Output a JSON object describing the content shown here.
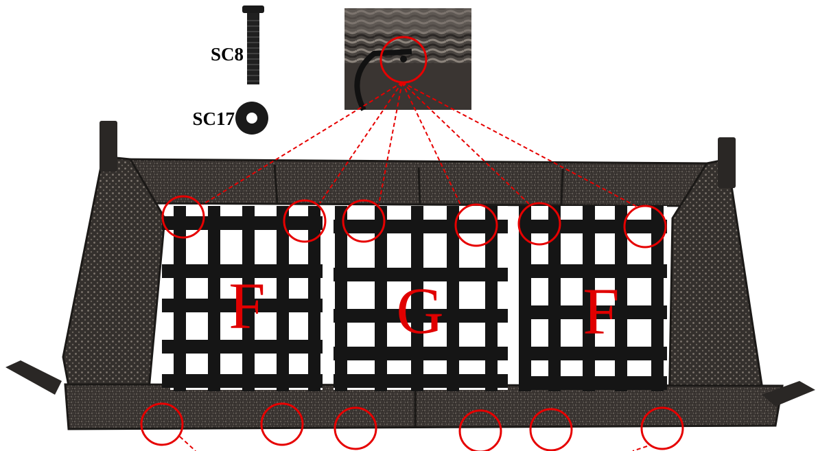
{
  "parts": {
    "bolt": {
      "label": "SC8",
      "icon": "bolt-icon"
    },
    "washer": {
      "label": "SC17",
      "icon": "washer-icon"
    }
  },
  "sections": {
    "left": "F",
    "center": "G",
    "right": "F"
  },
  "colors": {
    "callout": "#e60000",
    "label": "#e00000",
    "frame": "#2b2927",
    "wicker": "#3a3532",
    "strap": "#151515"
  },
  "callouts": {
    "top_count": 6,
    "bottom_count": 6
  }
}
